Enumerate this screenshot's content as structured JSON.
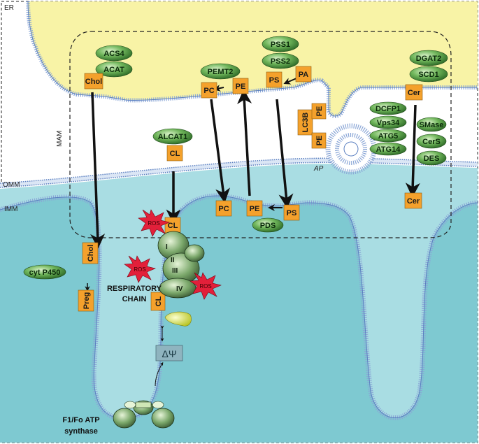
{
  "compartments": {
    "er": "ER",
    "omm": "OMM",
    "imm": "IMM",
    "mam": "MAM",
    "ap": "AP"
  },
  "enzymes": {
    "acs4": "ACS4",
    "acat": "ACAT",
    "pemt2": "PEMT2",
    "pss1": "PSS1",
    "pss2": "PSS2",
    "dgat2": "DGAT2",
    "scd1": "SCD1",
    "alcat1": "ALCAT1",
    "dcfp1": "DCFP1",
    "vps34": "Vps34",
    "atg5": "ATG5",
    "atg14": "ATG14",
    "smase": "SMase",
    "cers": "CerS",
    "des": "DES",
    "pds": "PDS",
    "cyt_p450": "cyt P450"
  },
  "lipids": {
    "chol_er": "Chol",
    "pc_er": "PC",
    "pe_er": "PE",
    "ps_er": "PS",
    "pa_er": "PA",
    "cer_er": "Cer",
    "lc3b": "LC3B",
    "pe_ap_top": "PE",
    "pe_ap_bottom": "PE",
    "cl_omm": "CL",
    "pc_imm": "PC",
    "pe_imm": "PE",
    "ps_imm": "PS",
    "cer_omm": "Cer",
    "cl_imm_top": "CL",
    "chol_mito": "Chol",
    "preg": "Preg",
    "cl_chain": "CL"
  },
  "complex_labels": {
    "c1": "I",
    "c2": "II",
    "c3": "III",
    "c4": "IV"
  },
  "ros": {
    "r1": "ROS",
    "r2": "ROS",
    "r3": "ROS"
  },
  "labels": {
    "respiratory_line1": "RESPIRATORY",
    "respiratory_line2": "CHAIN",
    "delta_psi": "ΔΨ",
    "atp_line1": "F1/Fo ATP",
    "atp_line2": "synthase"
  },
  "colors": {
    "er_lumen": "#f8f3a6",
    "mito_matrix": "#7ec9d1",
    "ims": "#a9dde3",
    "membrane": "#9ab3dc",
    "enzyme_green": "#4d9a3a",
    "lipid_orange": "#f4a12c",
    "ros_red": "#e2203a"
  }
}
